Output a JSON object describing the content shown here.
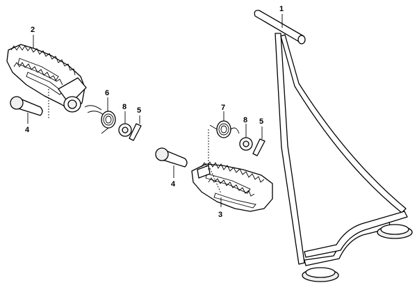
{
  "diagram": {
    "callouts": {
      "stand": "1",
      "left_footpeg": "2",
      "right_footpeg": "3",
      "pin_left": "4",
      "pin_right": "4",
      "cotter_pin_left": "5",
      "cotter_pin_right": "5",
      "spring_left": "6",
      "spring_right": "7",
      "washer_left": "8",
      "washer_right": "8"
    }
  }
}
